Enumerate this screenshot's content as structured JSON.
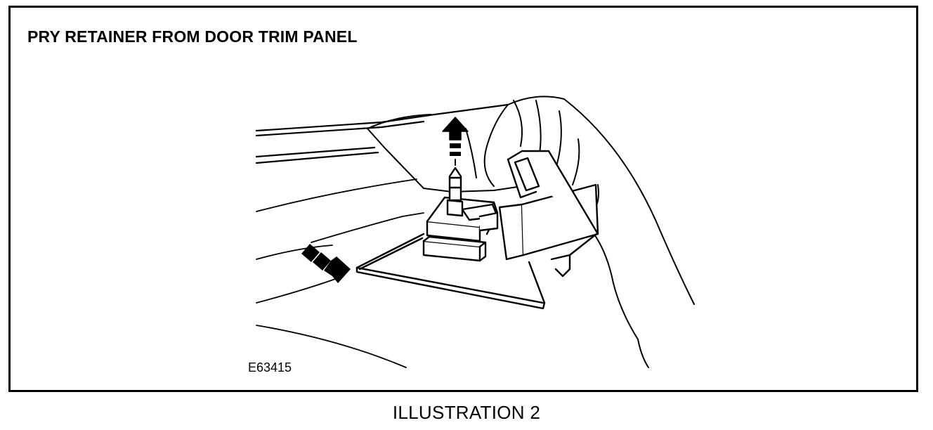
{
  "illustration": {
    "heading": "PRY RETAINER FROM DOOR TRIM PANEL",
    "figure_code": "E63415",
    "caption": "ILLUSTRATION 2"
  },
  "icons": {
    "pull_direction": "arrow-up-icon",
    "pry_direction": "arrow-right-icon"
  },
  "colors": {
    "ink": "#000000",
    "paper": "#ffffff"
  }
}
